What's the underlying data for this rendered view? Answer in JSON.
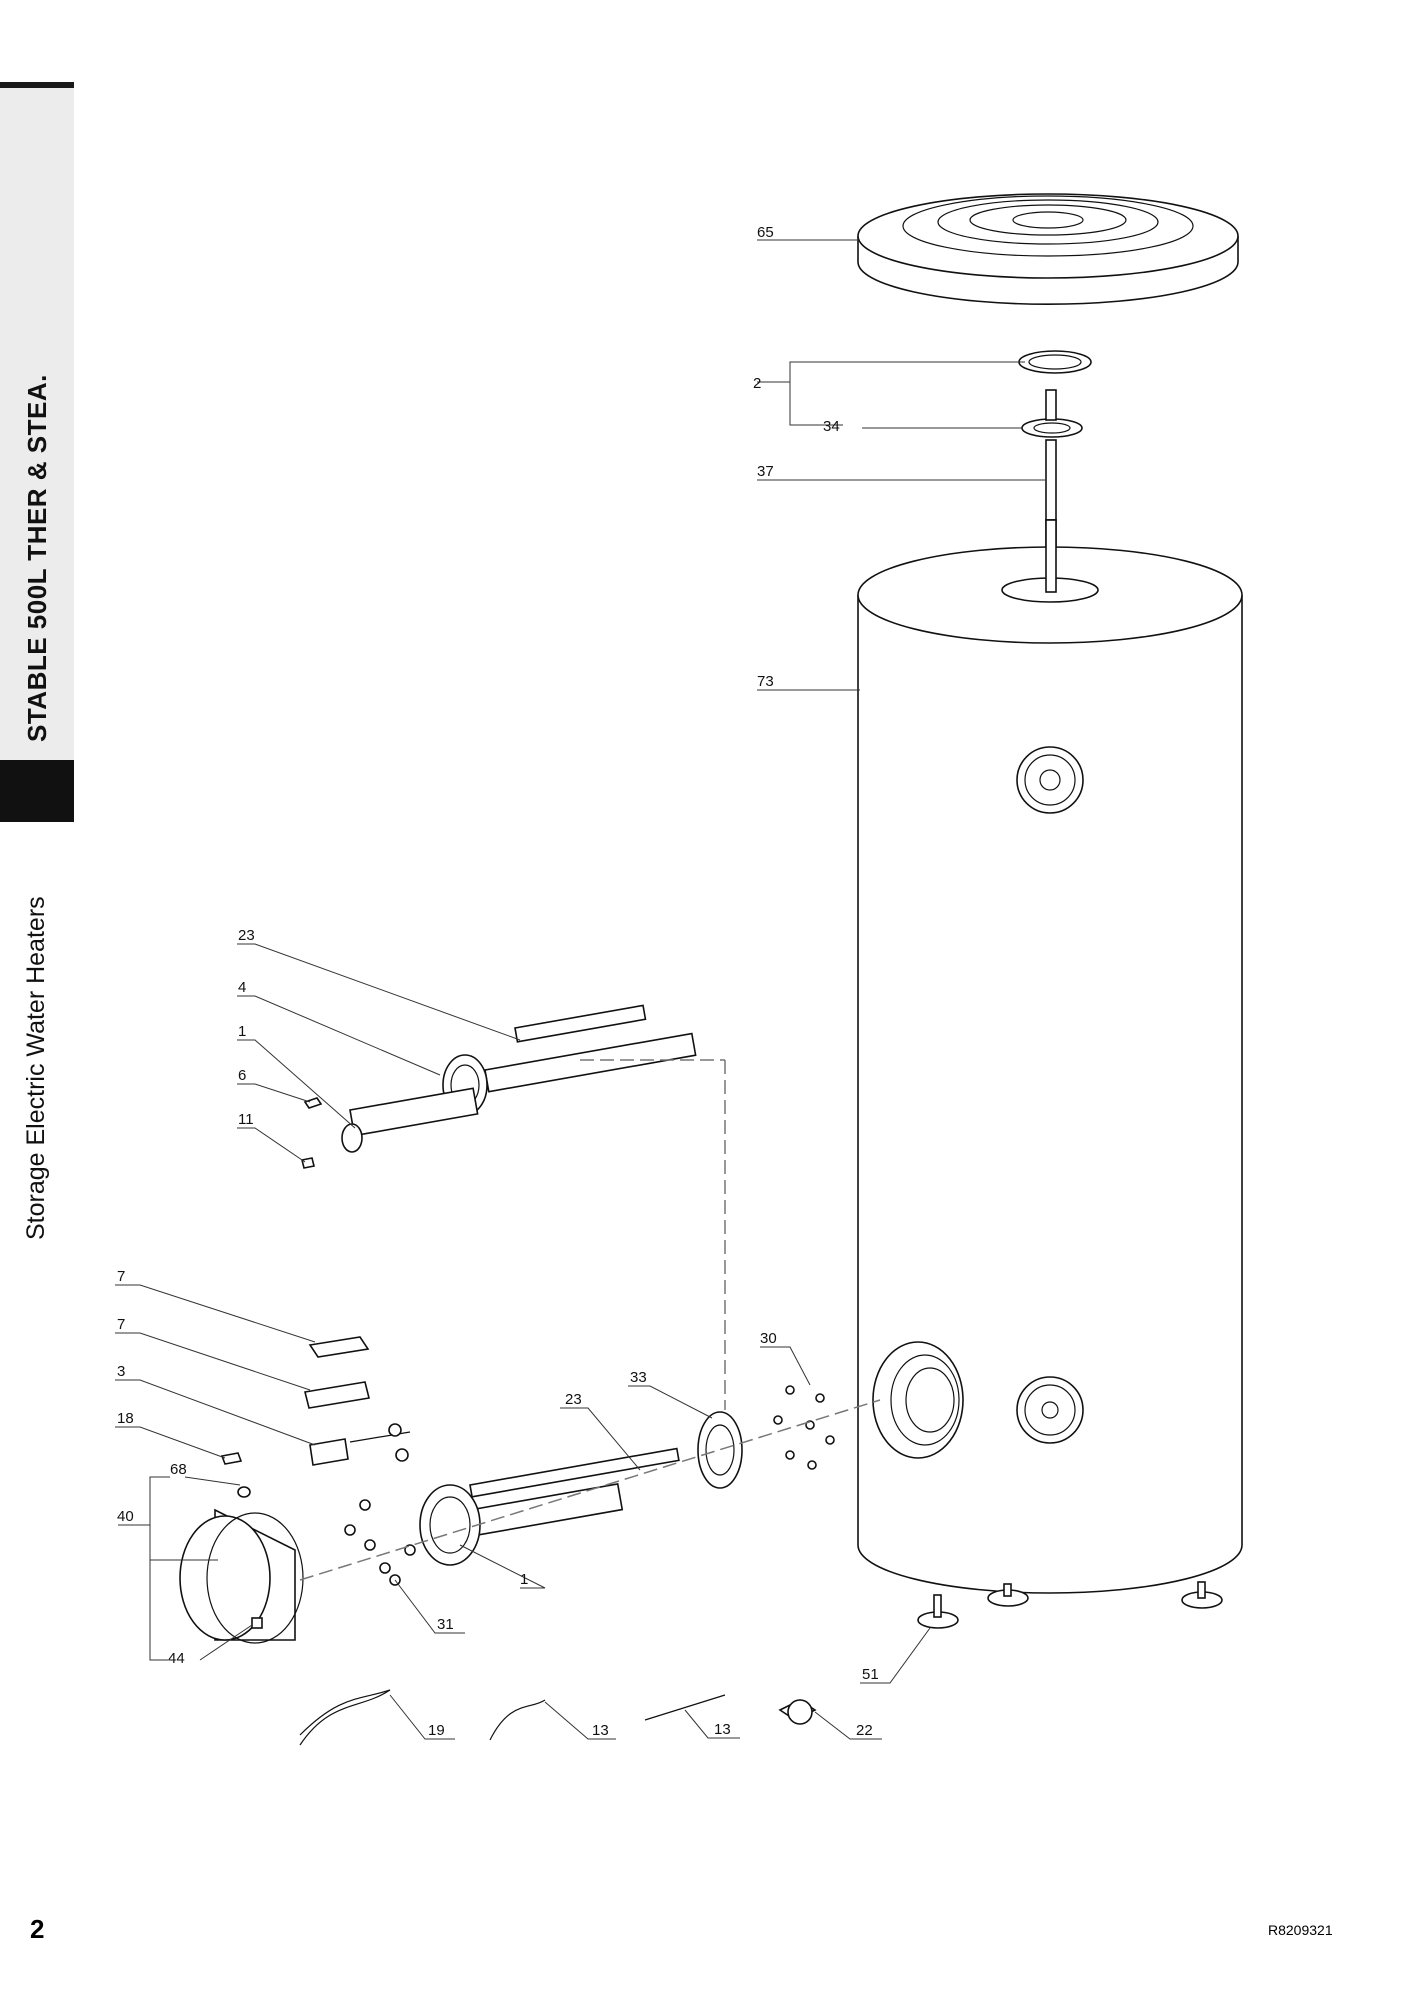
{
  "header": {
    "section_title": "STABLE 500L THER & STEA.",
    "category": "Storage Electric Water Heaters"
  },
  "footer": {
    "page_number": "2",
    "doc_code": "R8209321"
  },
  "callouts": {
    "c65": "65",
    "c2": "2",
    "c34": "34",
    "c37": "37",
    "c73": "73",
    "c23a": "23",
    "c4": "4",
    "c1a": "1",
    "c6": "6",
    "c11": "11",
    "c7a": "7",
    "c7b": "7",
    "c3": "3",
    "c18": "18",
    "c68": "68",
    "c40": "40",
    "c44": "44",
    "c30": "30",
    "c33": "33",
    "c23b": "23",
    "c1b": "1",
    "c31": "31",
    "c51": "51",
    "c19": "19",
    "c13a": "13",
    "c13b": "13",
    "c22": "22"
  }
}
